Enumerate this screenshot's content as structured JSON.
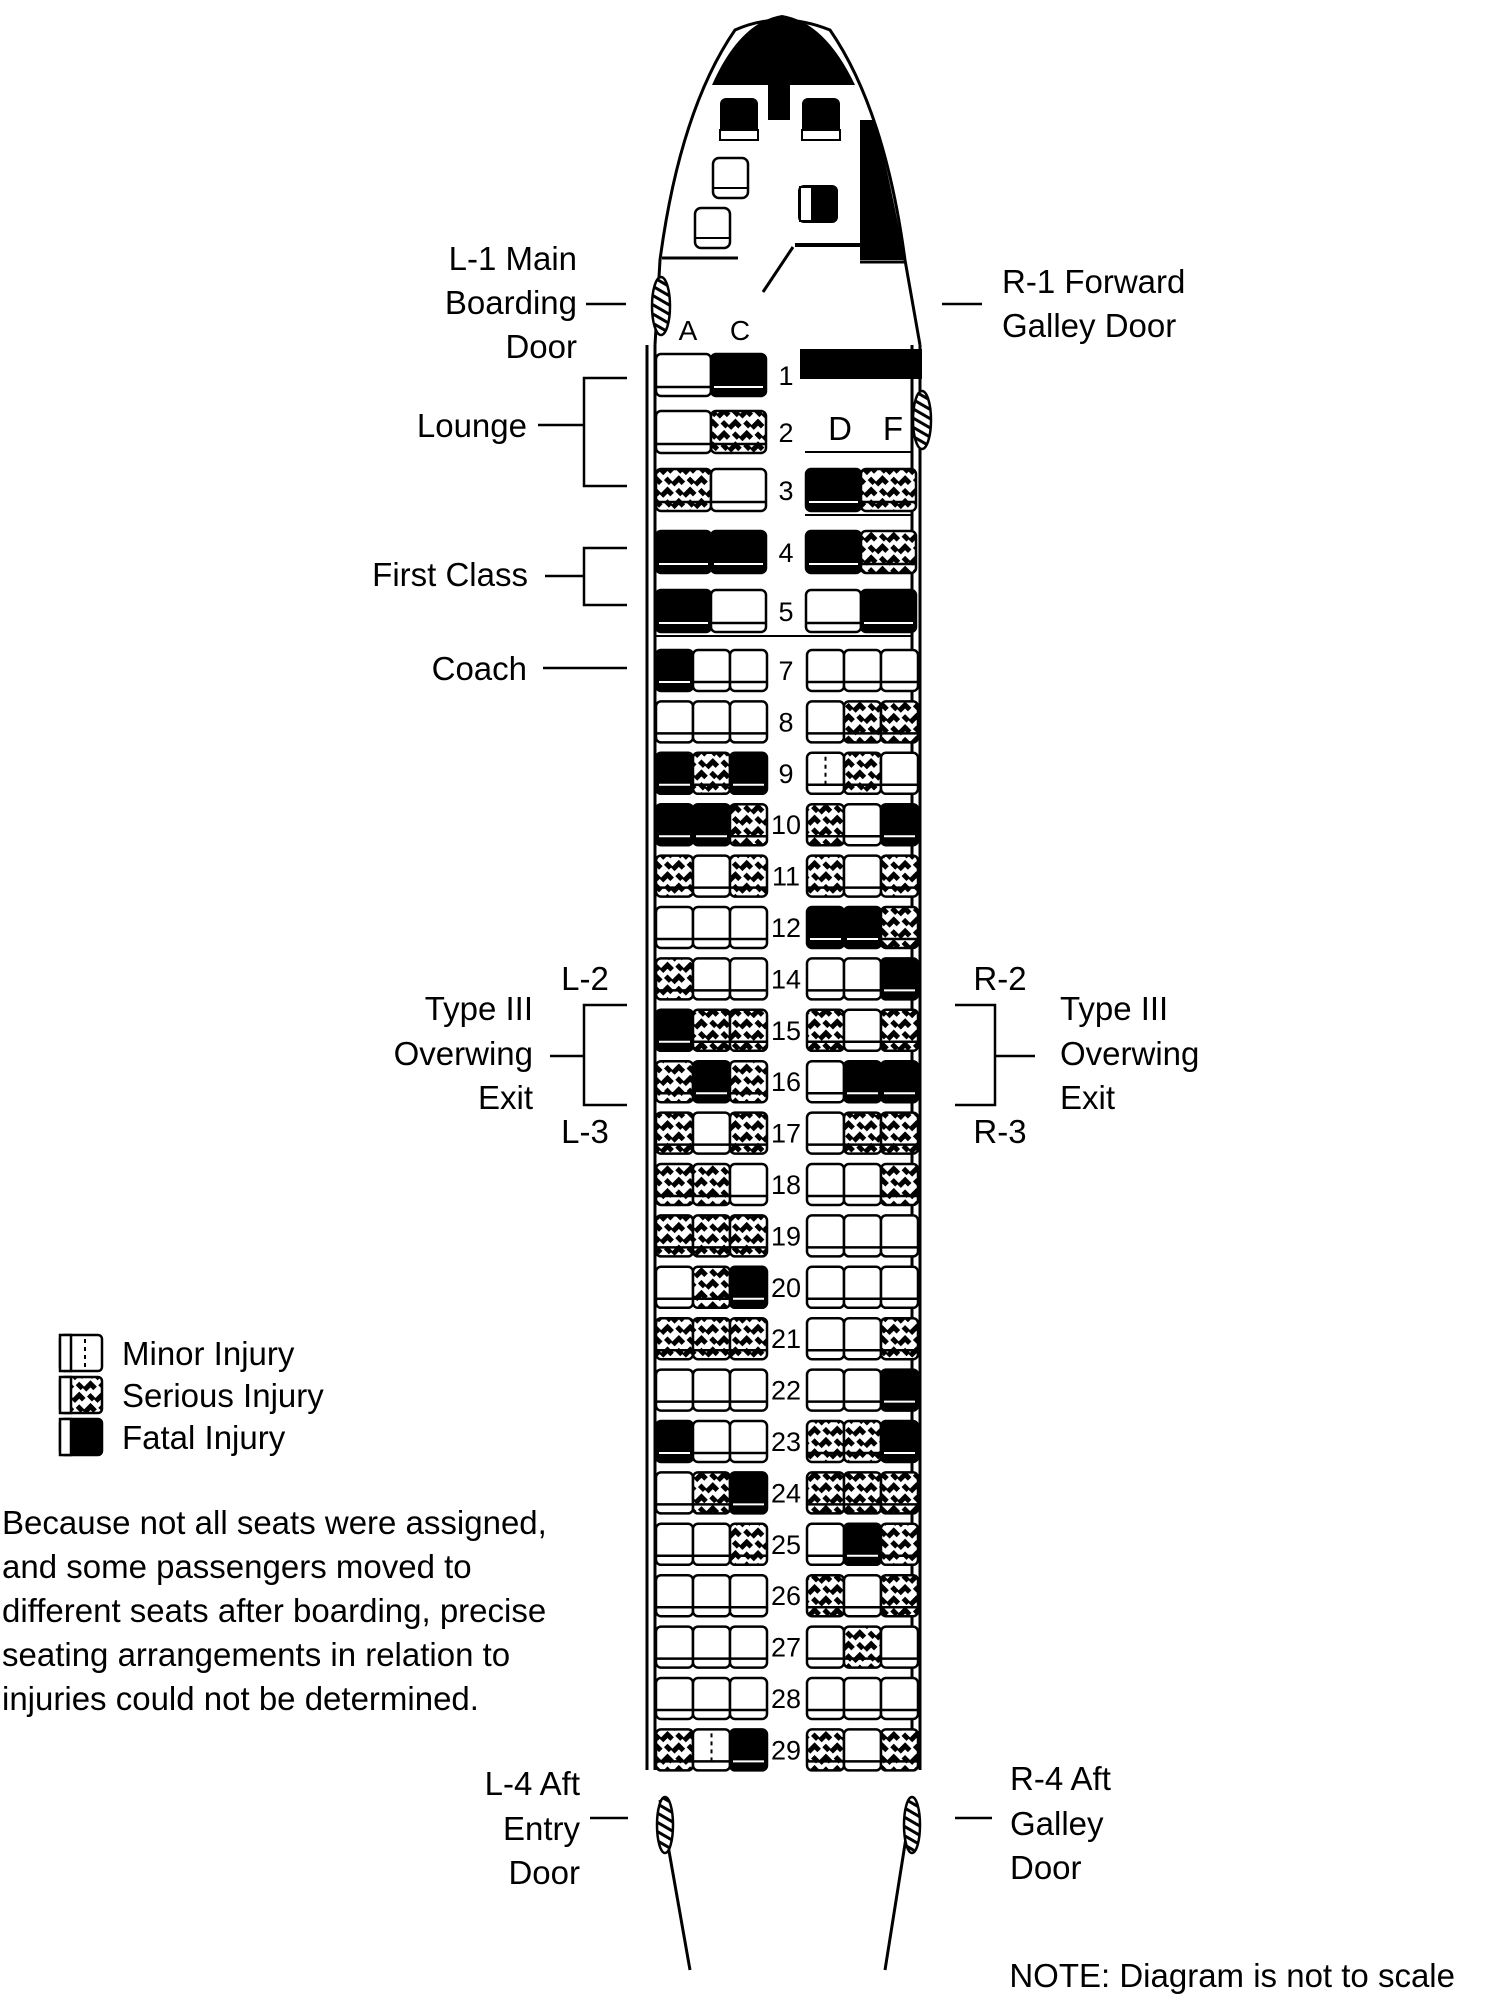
{
  "colors": {
    "ink": "#000000",
    "paper": "#ffffff"
  },
  "labels": {
    "l1": [
      "L-1 Main",
      "Boarding",
      "Door"
    ],
    "r1": [
      "R-1 Forward",
      "Galley Door"
    ],
    "lounge": "Lounge",
    "first_class": "First Class",
    "coach": "Coach",
    "l2": "L-2",
    "l3": "L-3",
    "r2": "R-2",
    "r3": "R-3",
    "exit_left": [
      "Type III",
      "Overwing",
      "Exit"
    ],
    "exit_right": [
      "Type III",
      "Overwing",
      "Exit"
    ],
    "l4": [
      "L-4 Aft",
      "Entry",
      "Door"
    ],
    "r4": [
      "R-4 Aft",
      "Galley",
      "Door"
    ],
    "col_a": "A",
    "col_c": "C",
    "col_d": "D",
    "col_f": "F"
  },
  "legend": [
    {
      "code": "m",
      "label": "Minor Injury"
    },
    {
      "code": "s",
      "label": "Serious Injury"
    },
    {
      "code": "f",
      "label": "Fatal Injury"
    }
  ],
  "note_lines": [
    "Because not all seats were assigned,",
    "and some passengers moved to",
    "different seats after boarding, precise",
    "seating arrangements in relation to",
    "injuries could not be determined."
  ],
  "footer_note": "NOTE: Diagram is not to scale",
  "premium_rows": [
    {
      "row": "1",
      "left": [
        "n",
        "f"
      ],
      "right": null
    },
    {
      "row": "2",
      "left": [
        "n",
        "s"
      ],
      "right": null
    },
    {
      "row": "3",
      "left": [
        "s",
        "n"
      ],
      "right": [
        "f",
        "s"
      ]
    },
    {
      "row": "4",
      "left": [
        "f",
        "f"
      ],
      "right": [
        "f",
        "s"
      ]
    },
    {
      "row": "5",
      "left": [
        "f",
        "n"
      ],
      "right": [
        "n",
        "f"
      ]
    }
  ],
  "coach_rows": [
    {
      "row": "7",
      "left": [
        "f",
        "n",
        "n"
      ],
      "right": [
        "n",
        "n",
        "n"
      ]
    },
    {
      "row": "8",
      "left": [
        "n",
        "n",
        "n"
      ],
      "right": [
        "n",
        "s",
        "s"
      ]
    },
    {
      "row": "9",
      "left": [
        "f",
        "s",
        "f"
      ],
      "right": [
        "m",
        "s",
        "n"
      ]
    },
    {
      "row": "10",
      "left": [
        "f",
        "f",
        "s"
      ],
      "right": [
        "s",
        "n",
        "f"
      ]
    },
    {
      "row": "11",
      "left": [
        "s",
        "n",
        "s"
      ],
      "right": [
        "s",
        "n",
        "s"
      ]
    },
    {
      "row": "12",
      "left": [
        "n",
        "n",
        "n"
      ],
      "right": [
        "f",
        "f",
        "s"
      ]
    },
    {
      "row": "14",
      "left": [
        "s",
        "n",
        "n"
      ],
      "right": [
        "n",
        "n",
        "f"
      ]
    },
    {
      "row": "15",
      "left": [
        "f",
        "s",
        "s"
      ],
      "right": [
        "s",
        "n",
        "s"
      ]
    },
    {
      "row": "16",
      "left": [
        "s",
        "f",
        "s"
      ],
      "right": [
        "n",
        "f",
        "f"
      ]
    },
    {
      "row": "17",
      "left": [
        "s",
        "n",
        "s"
      ],
      "right": [
        "n",
        "s",
        "s"
      ]
    },
    {
      "row": "18",
      "left": [
        "s",
        "s",
        "n"
      ],
      "right": [
        "n",
        "n",
        "s"
      ]
    },
    {
      "row": "19",
      "left": [
        "s",
        "s",
        "s"
      ],
      "right": [
        "n",
        "n",
        "n"
      ]
    },
    {
      "row": "20",
      "left": [
        "n",
        "s",
        "f"
      ],
      "right": [
        "n",
        "n",
        "n"
      ]
    },
    {
      "row": "21",
      "left": [
        "s",
        "s",
        "s"
      ],
      "right": [
        "n",
        "n",
        "s"
      ]
    },
    {
      "row": "22",
      "left": [
        "n",
        "n",
        "n"
      ],
      "right": [
        "n",
        "n",
        "f"
      ]
    },
    {
      "row": "23",
      "left": [
        "f",
        "n",
        "n"
      ],
      "right": [
        "s",
        "s",
        "f"
      ]
    },
    {
      "row": "24",
      "left": [
        "n",
        "s",
        "f"
      ],
      "right": [
        "s",
        "s",
        "s"
      ]
    },
    {
      "row": "25",
      "left": [
        "n",
        "n",
        "s"
      ],
      "right": [
        "n",
        "f",
        "s"
      ]
    },
    {
      "row": "26",
      "left": [
        "n",
        "n",
        "n"
      ],
      "right": [
        "s",
        "n",
        "s"
      ]
    },
    {
      "row": "27",
      "left": [
        "n",
        "n",
        "n"
      ],
      "right": [
        "n",
        "s",
        "n"
      ]
    },
    {
      "row": "28",
      "left": [
        "n",
        "n",
        "n"
      ],
      "right": [
        "n",
        "n",
        "n"
      ]
    },
    {
      "row": "29",
      "left": [
        "s",
        "m",
        "f"
      ],
      "right": [
        "s",
        "n",
        "s"
      ]
    }
  ]
}
